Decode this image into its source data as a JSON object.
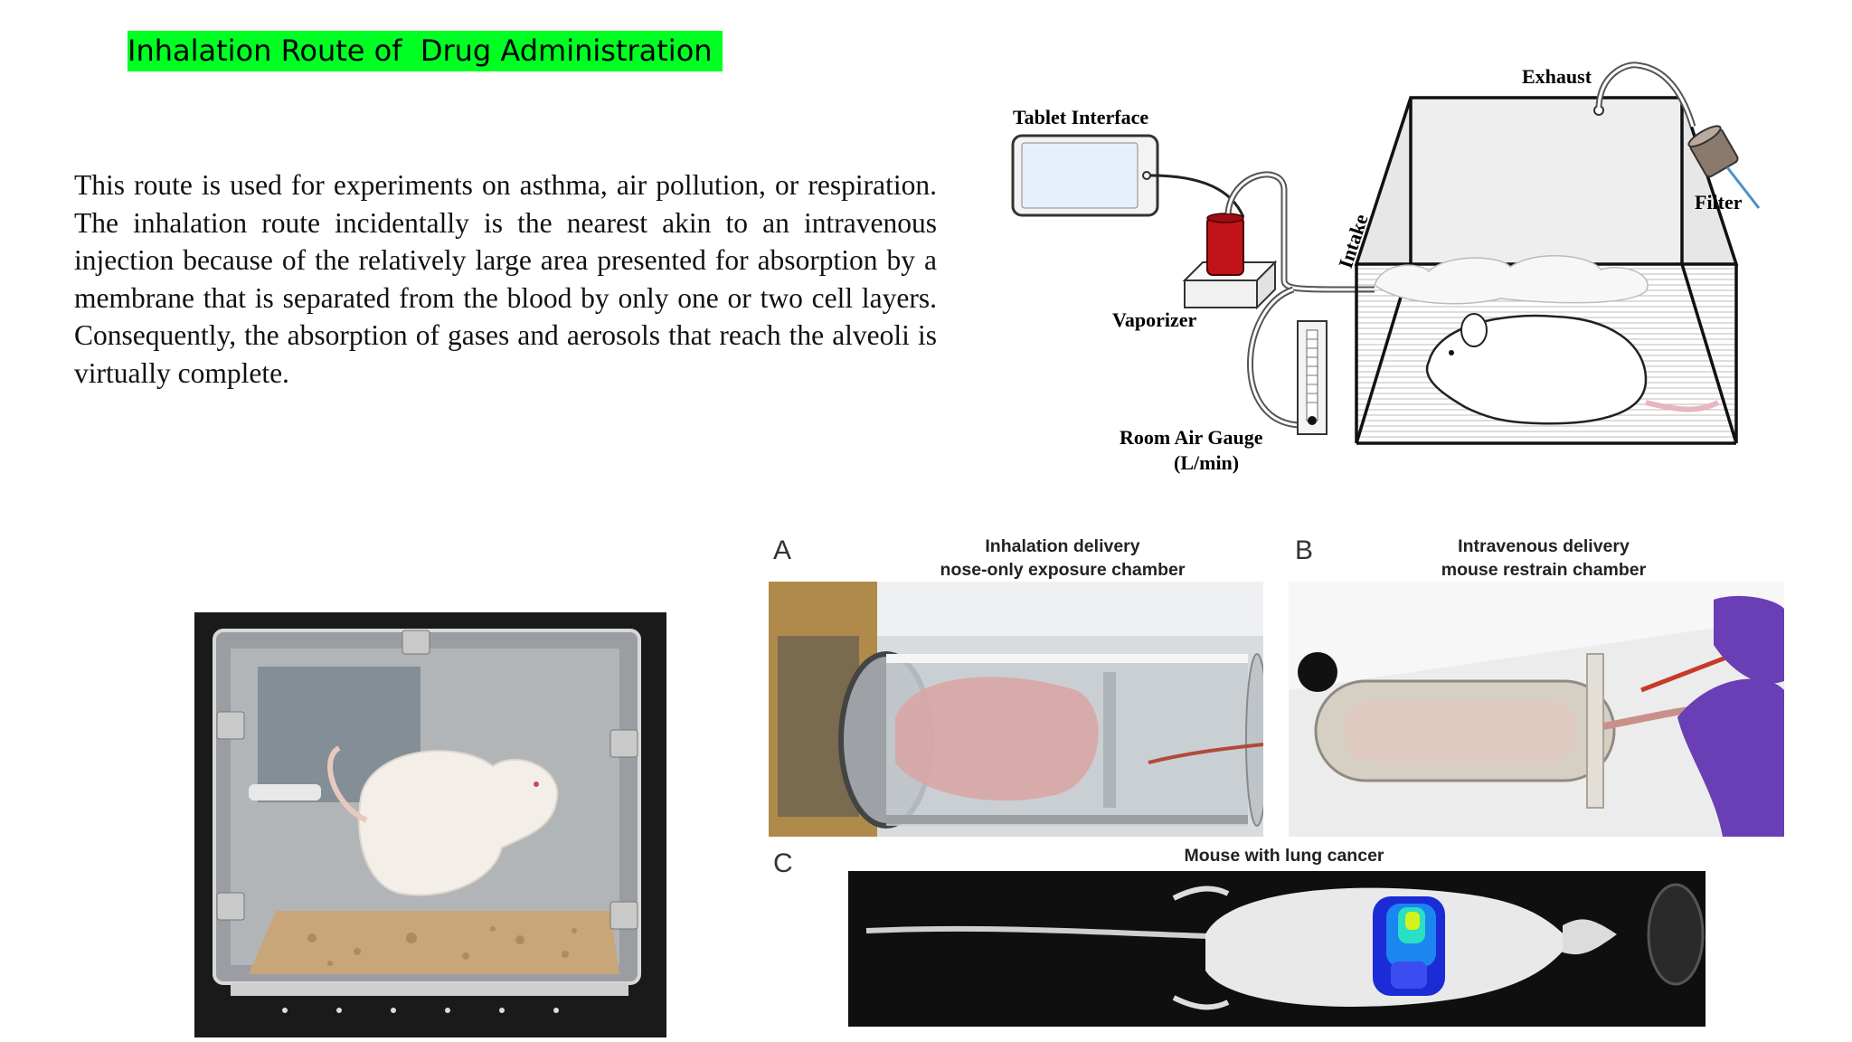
{
  "title": "Inhalation Route of  Drug Administration",
  "body": "This route is used for experiments on asthma, air pollution, or respiration. The inhalation route incidentally is the nearest akin to an intravenous injection because of the relatively large area presented for absorption by a membrane that is separated from the blood by only one or two cell layers. Consequently, the absorption of gases and aerosols that reach the alveoli is virtually complete.",
  "diagram": {
    "tablet_label": "Tablet Interface",
    "vaporizer_label": "Vaporizer",
    "gauge_label_line1": "Room Air Gauge",
    "gauge_label_line2": "(L/min)",
    "intake_label": "Intake",
    "exhaust_label": "Exhaust",
    "filter_label": "Filter"
  },
  "figure": {
    "panel_a": {
      "letter": "A",
      "caption_line1": "Inhalation delivery",
      "caption_line2": "nose-only exposure chamber"
    },
    "panel_b": {
      "letter": "B",
      "caption_line1": "Intravenous delivery",
      "caption_line2": "mouse restrain chamber"
    },
    "panel_c": {
      "letter": "C",
      "caption": "Mouse with lung cancer"
    }
  },
  "colors": {
    "title_highlight": "#00ff22",
    "vaporizer_red": "#c0141a",
    "glove_purple": "#6a3fb5"
  }
}
